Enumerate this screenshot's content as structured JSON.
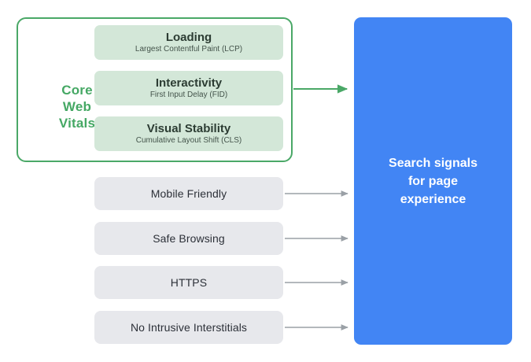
{
  "diagram": {
    "core_web_vitals": {
      "group_label": "Core\nWeb\nVitals",
      "group_label_line1": "Core",
      "group_label_line2": "Web",
      "group_label_line3": "Vitals",
      "border_color": "#4aa867",
      "label_color": "#45a864",
      "card_color": "#d3e7d8",
      "cards": [
        {
          "title": "Loading",
          "subtitle": "Largest Contentful Paint (LCP)"
        },
        {
          "title": "Interactivity",
          "subtitle": "First Input Delay (FID)"
        },
        {
          "title": "Visual Stability",
          "subtitle": "Cumulative Layout Shift (CLS)"
        }
      ]
    },
    "other_signals": {
      "pill_color": "#e7e8ec",
      "items": [
        {
          "label": "Mobile Friendly"
        },
        {
          "label": "Safe Browsing"
        },
        {
          "label": "HTTPS"
        },
        {
          "label": "No Intrusive Interstitials"
        }
      ]
    },
    "outcome_panel": {
      "text": "Search signals for page experience",
      "line1": "Search signals",
      "line2": "for page",
      "line3": "experience",
      "color": "#4285f4",
      "text_color": "#ffffff"
    },
    "connectors": {
      "core_web_vitals_arrow_color": "#4aa867",
      "signal_arrow_color": "#9aa0a6"
    }
  }
}
